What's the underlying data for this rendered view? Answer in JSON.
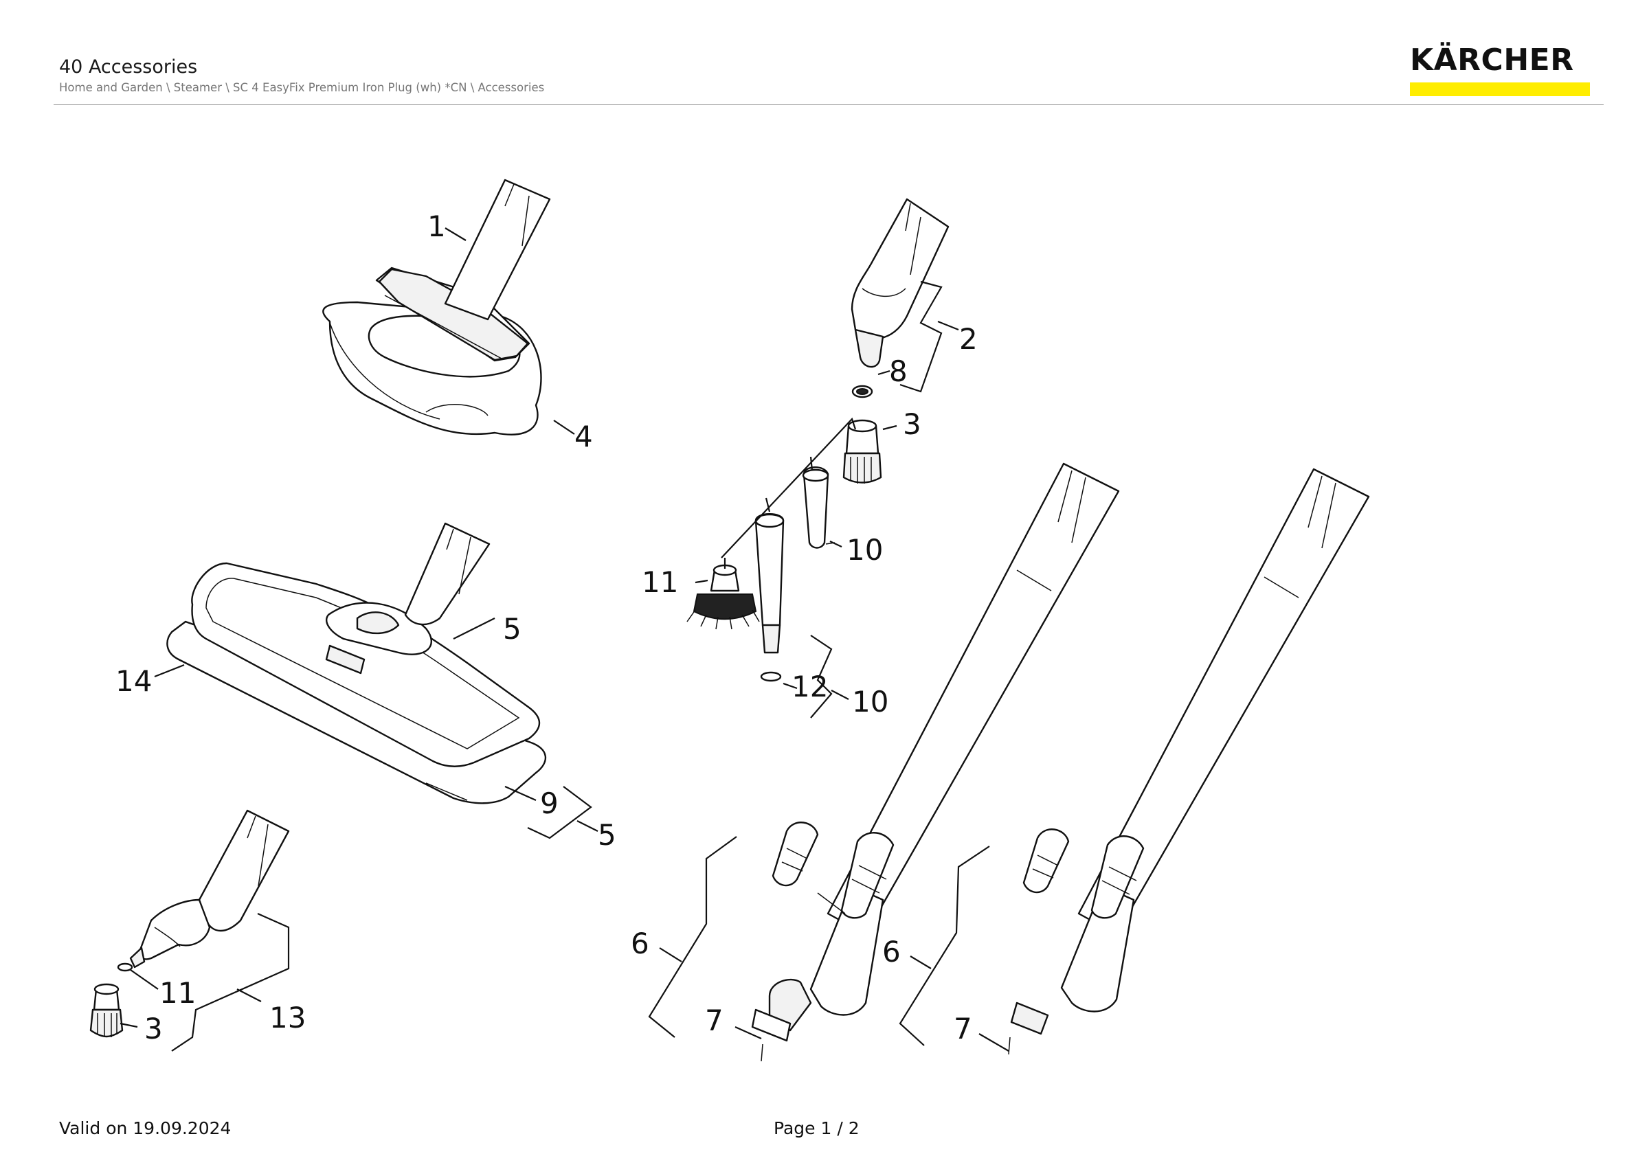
{
  "header": {
    "title": "40 Accessories",
    "breadcrumb": "Home and Garden \\ Steamer \\ SC 4 EasyFix Premium Iron Plug (wh) *CN \\ Accessories"
  },
  "logo": {
    "text": "KÄRCHER",
    "accent_color": "#ffed00"
  },
  "diagram": {
    "labels": {
      "hand_nozzle": "1",
      "detail_nozzle": "2",
      "round_brush_upper": "3",
      "round_brush_lower": "3",
      "cover": "4",
      "floor_nozzle_set": "5",
      "floor_nozzle": "5",
      "extension_tube_left": "6",
      "extension_tube_right": "6",
      "o_ring_left": "7",
      "o_ring_right": "7",
      "o_ring_detail": "8",
      "floor_cloth": "9",
      "nozzle_set_upper": "10",
      "nozzle_set_lower": "10",
      "brush_black": "11",
      "o_ring_power": "11",
      "o_ring_nozzle": "12",
      "power_nozzle": "13",
      "microfibre_cloth": "14"
    }
  },
  "footer": {
    "valid": "Valid on 19.09.2024",
    "page": "Page 1 / 2"
  }
}
